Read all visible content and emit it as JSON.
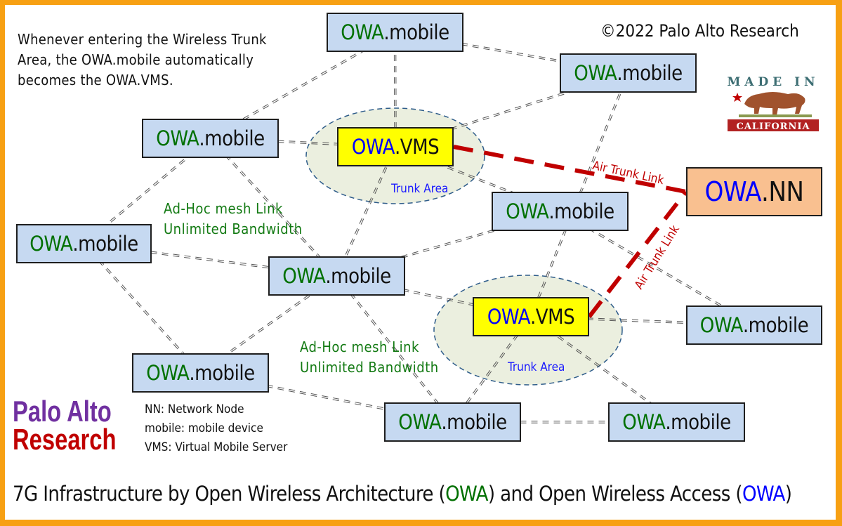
{
  "colors": {
    "frame": "#f7a013",
    "mobile_fill": "#c6d9f1",
    "vms_fill": "#ffff00",
    "nn_fill": "#f9c090",
    "owa_green": "#007000",
    "owa_blue": "#0000ff",
    "trunk_area_fill": "#ebefdf",
    "trunk_area_border": "#2e5c8a",
    "air_trunk": "#c00000",
    "mesh_link": "#555555"
  },
  "note": {
    "lines": [
      "Whenever entering the Wireless Trunk",
      "Area, the OWA.mobile automatically",
      "becomes the OWA.VMS."
    ]
  },
  "copyright": "©2022 Palo Alto Research",
  "badge": {
    "top_text": "MADE IN",
    "bottom_text": "CALIFORNIA",
    "icon": "california-bear-icon"
  },
  "nodes": {
    "m1": {
      "prefix": "OWA",
      "suffix": ".mobile"
    },
    "m2": {
      "prefix": "OWA",
      "suffix": ".mobile"
    },
    "m3": {
      "prefix": "OWA",
      "suffix": ".mobile"
    },
    "vms1": {
      "prefix": "OWA",
      "suffix": ".VMS"
    },
    "nn": {
      "prefix": "OWA",
      "suffix": ".NN"
    },
    "m4": {
      "prefix": "OWA",
      "suffix": ".mobile"
    },
    "m5": {
      "prefix": "OWA",
      "suffix": ".mobile"
    },
    "m6": {
      "prefix": "OWA",
      "suffix": ".mobile"
    },
    "vms2": {
      "prefix": "OWA",
      "suffix": ".VMS"
    },
    "m7": {
      "prefix": "OWA",
      "suffix": ".mobile"
    },
    "m8": {
      "prefix": "OWA",
      "suffix": ".mobile"
    },
    "m9": {
      "prefix": "OWA",
      "suffix": ".mobile"
    },
    "m10": {
      "prefix": "OWA",
      "suffix": ".mobile"
    }
  },
  "links": {
    "mesh": [
      [
        "m1",
        "m3"
      ],
      [
        "m1",
        "m2"
      ],
      [
        "m1",
        "vms1"
      ],
      [
        "m3",
        "vms1"
      ],
      [
        "m3",
        "m5"
      ],
      [
        "m3",
        "m6"
      ],
      [
        "m2",
        "vms1"
      ],
      [
        "m2",
        "vms2"
      ],
      [
        "vms1",
        "m6"
      ],
      [
        "vms1",
        "m4"
      ],
      [
        "m5",
        "m6"
      ],
      [
        "m5",
        "m8"
      ],
      [
        "m6",
        "m4"
      ],
      [
        "m6",
        "m8"
      ],
      [
        "m6",
        "vms2"
      ],
      [
        "m6",
        "m9"
      ],
      [
        "m4",
        "m7"
      ],
      [
        "vms2",
        "m7"
      ],
      [
        "vms2",
        "m9"
      ],
      [
        "vms2",
        "m10"
      ],
      [
        "m8",
        "m9"
      ],
      [
        "m9",
        "m10"
      ]
    ],
    "air_trunk": [
      [
        "vms1",
        "nn"
      ],
      [
        "vms2",
        "nn"
      ]
    ]
  },
  "labels": {
    "adhoc_1": [
      "Ad-Hoc mesh Link",
      "Unlimited Bandwidth"
    ],
    "adhoc_2": [
      "Ad-Hoc mesh Link",
      "Unlimited Bandwidth"
    ],
    "trunk_area_1": "Trunk Area",
    "trunk_area_2": "Trunk Area",
    "air_trunk_1": "Air Trunk Link",
    "air_trunk_2": "Air Trunk Link"
  },
  "legend": {
    "lines": [
      "NN: Network Node",
      "mobile: mobile device",
      "VMS: Virtual Mobile Server"
    ]
  },
  "logo": {
    "line1": "Palo Alto",
    "line2": "Research"
  },
  "footer": {
    "part1": "7G Infrastructure by Open Wireless Architecture (",
    "owa1": "OWA",
    "part2": ") and Open Wireless Access (",
    "owa2": "OWA",
    "part3": ")"
  }
}
